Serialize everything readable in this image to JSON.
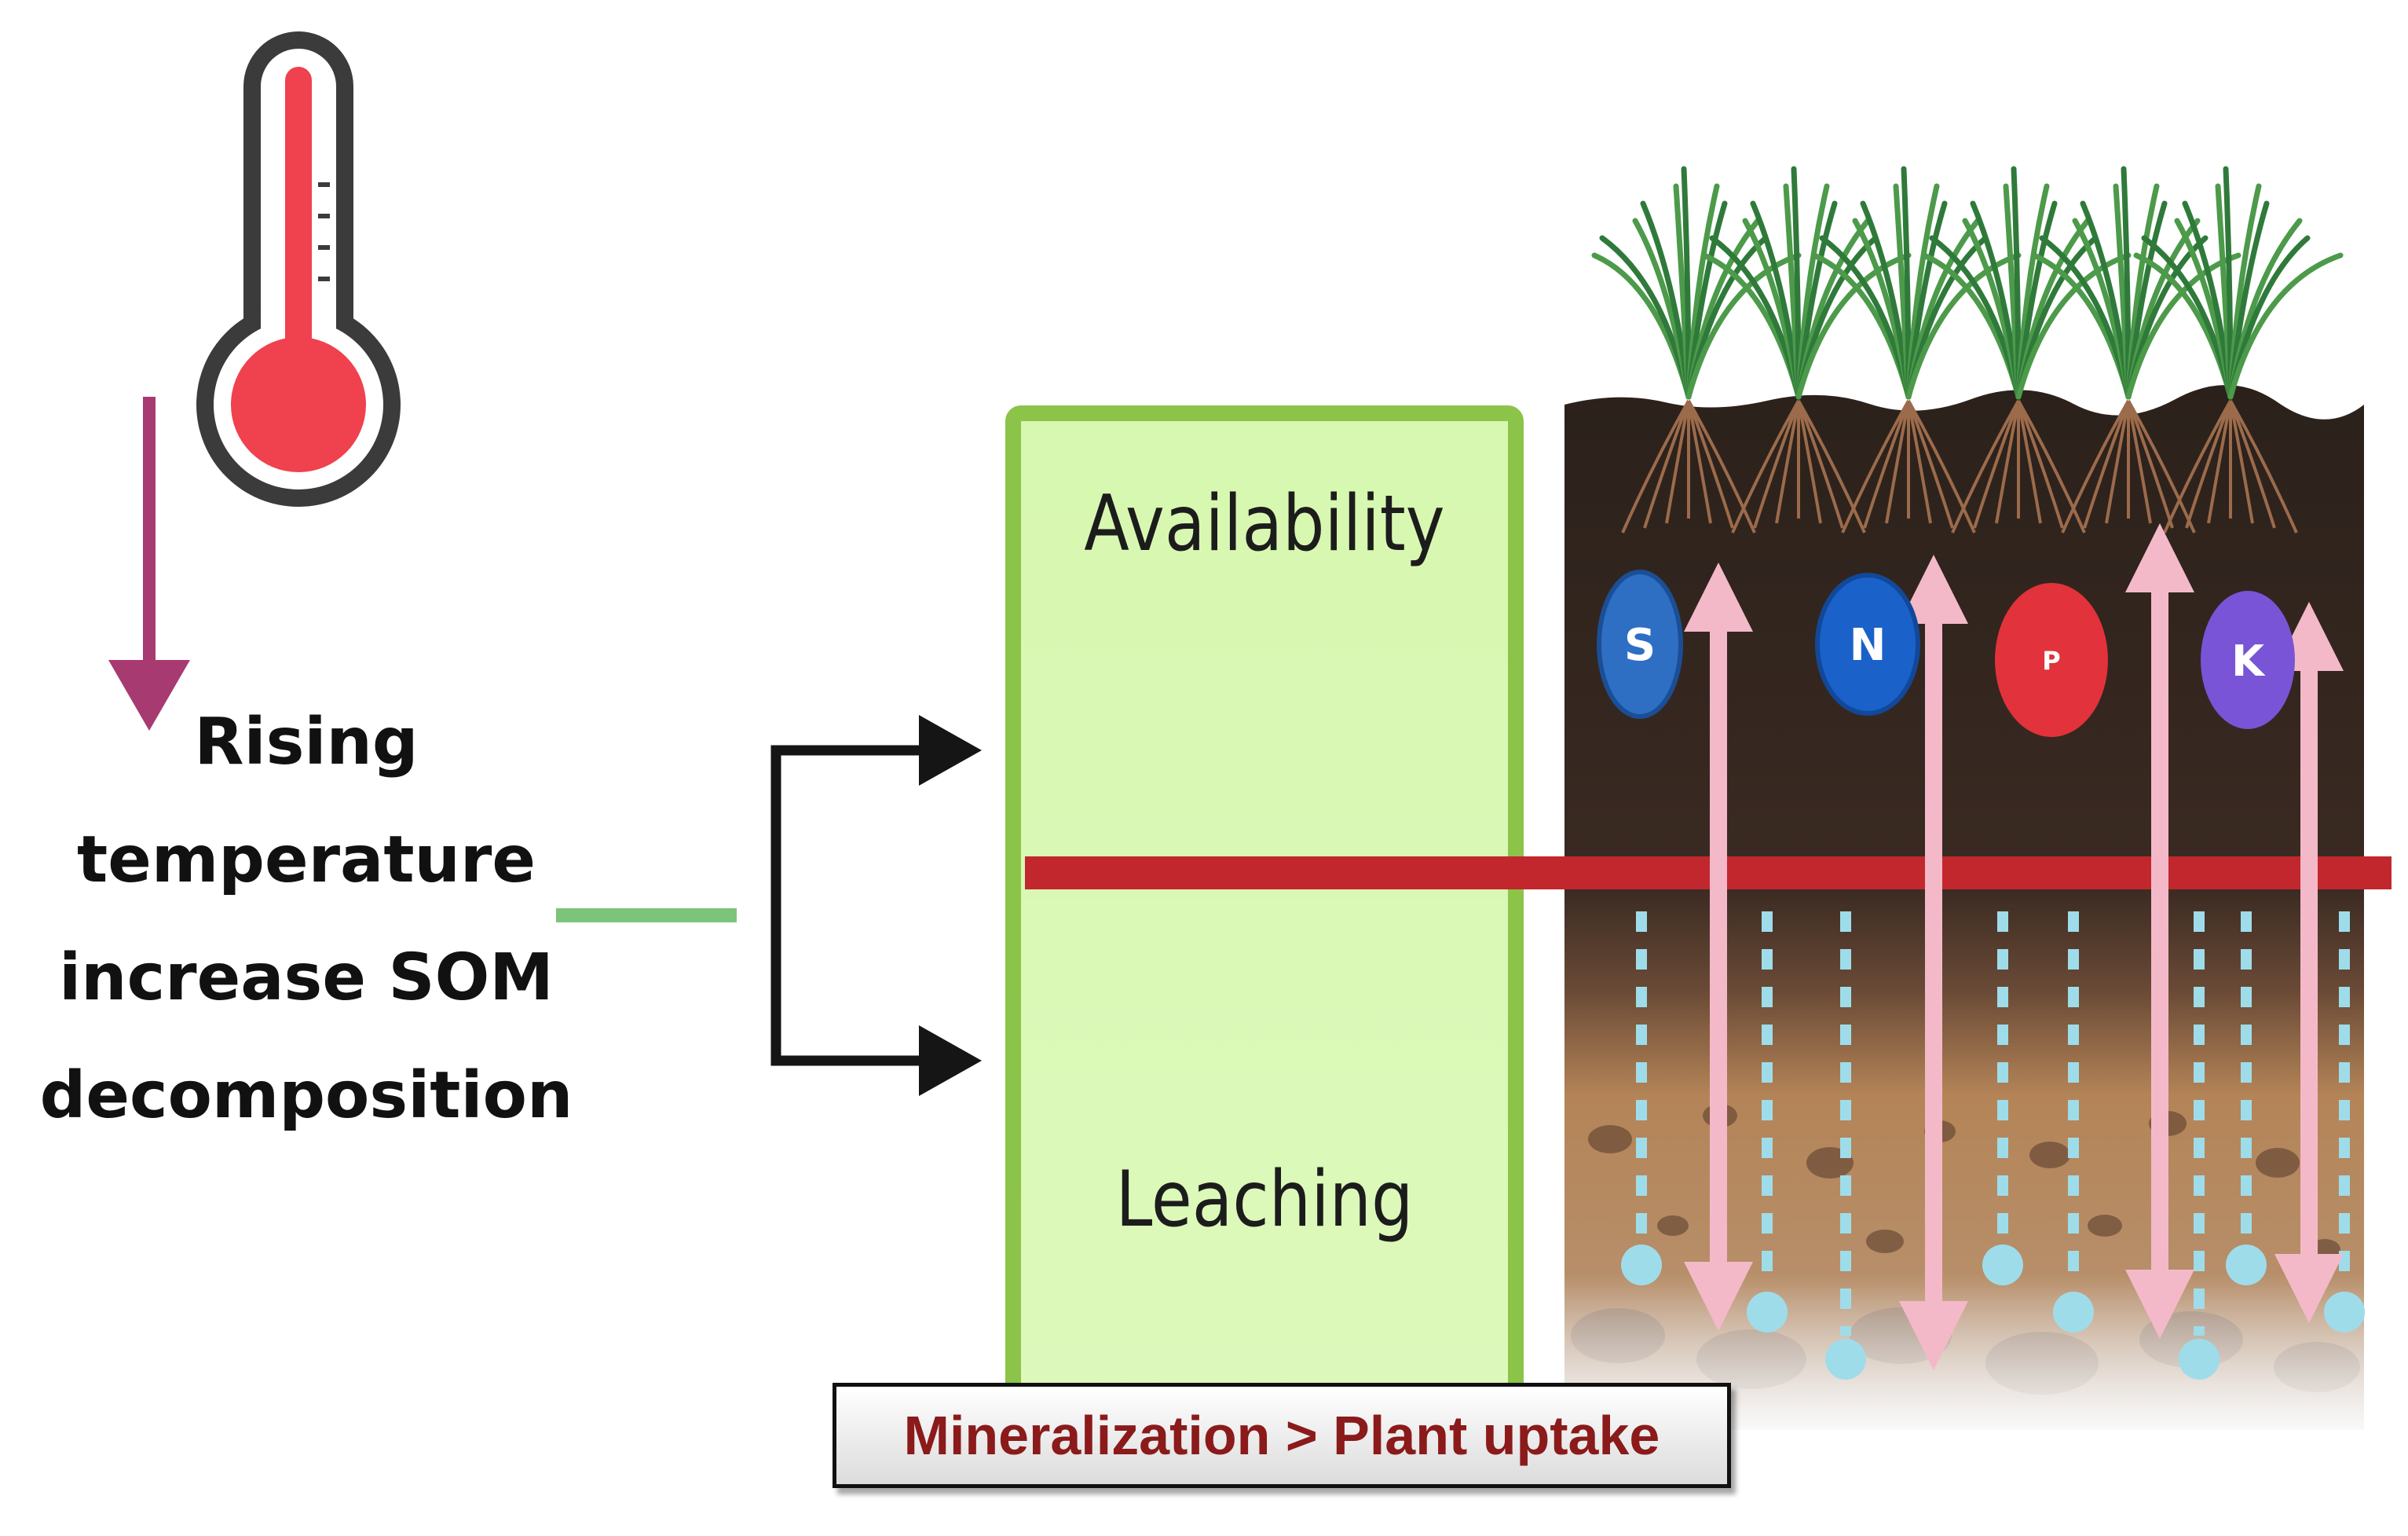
{
  "left_label": {
    "lines": [
      "Rising",
      "temperature",
      "increase SOM",
      "decomposition"
    ]
  },
  "process_box": {
    "availability_label": "Availability",
    "leaching_label": "Leaching"
  },
  "nutrients": [
    "S",
    "N",
    "P",
    "K"
  ],
  "summary": {
    "text": "Mineralization > Plant uptake"
  },
  "colors": {
    "thermometer_red": "#f0414e",
    "down_arrow": "#a83a72",
    "connector_green": "#7cc47a",
    "box_fill": "#d7f8b0",
    "box_border": "#8cc44a",
    "threshold_bar": "#c1272d",
    "nutrient_s": "#2e6fc4",
    "nutrient_n": "#1a62c9",
    "nutrient_p": "#e2323b",
    "nutrient_k": "#7a54d6",
    "uptake_arrow": "#f4b9c8",
    "water_drop": "#9fdcea",
    "summary_text": "#8b1a1a"
  },
  "icons": [
    "thermometer-icon",
    "down-arrow-icon",
    "split-arrow-icon",
    "grass-icon",
    "root-icon",
    "water-drop-icon"
  ]
}
